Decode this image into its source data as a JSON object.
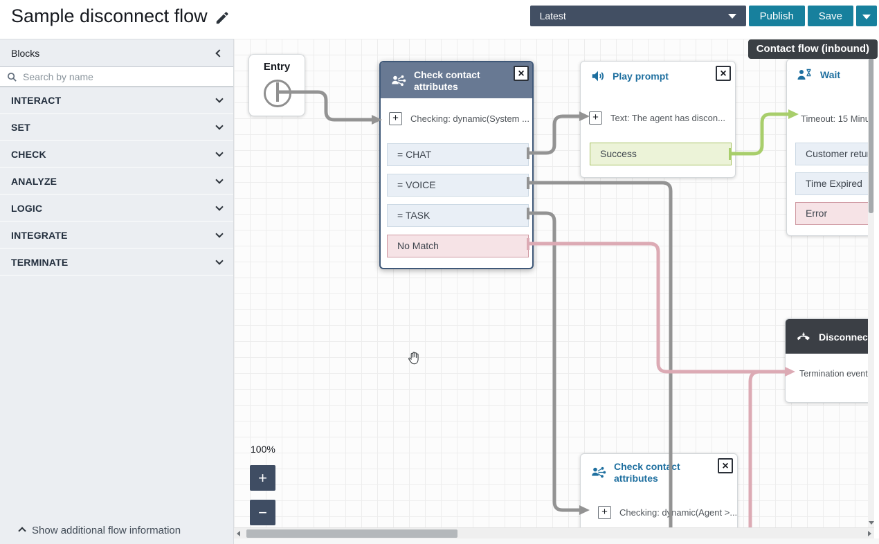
{
  "header": {
    "title": "Sample disconnect flow",
    "version": "Latest",
    "publish": "Publish",
    "save": "Save"
  },
  "sidebar": {
    "title": "Blocks",
    "search_placeholder": "Search by name",
    "categories": [
      "INTERACT",
      "SET",
      "CHECK",
      "ANALYZE",
      "LOGIC",
      "INTEGRATE",
      "TERMINATE"
    ],
    "footer": "Show additional flow information"
  },
  "canvas": {
    "badge": "Contact flow (inbound)",
    "zoom_level": "100%",
    "zoom_in": "+",
    "zoom_out": "−",
    "blocks": {
      "entry": {
        "title": "Entry"
      },
      "check_attributes_1": {
        "title": "Check contact attributes",
        "parameter": "Checking: dynamic(System ...",
        "outputs": [
          "= CHAT",
          "= VOICE",
          "= TASK"
        ],
        "error_output": "No Match"
      },
      "play_prompt": {
        "title": "Play prompt",
        "parameter": "Text: The agent has discon...",
        "success_output": "Success"
      },
      "wait": {
        "title": "Wait",
        "parameter": "Timeout: 15 Minu",
        "outputs": [
          "Customer retur",
          "Time Expired"
        ],
        "error_output": "Error"
      },
      "disconnect": {
        "title": "Disconnect",
        "parameter": "Termination event"
      },
      "check_attributes_2": {
        "title": "Check contact attributes",
        "parameter": "Checking: dynamic(Agent >..."
      }
    }
  },
  "icons": {
    "close": "×"
  },
  "colors": {
    "accent_teal": "#17809d",
    "version_dropdown_bg": "#424f63",
    "selected_block_header": "#687993",
    "block_accent_blue": "#1e6f9f",
    "dark_block_header": "#3b3f45",
    "success_bg": "#ecf3d8",
    "error_bg": "#f6e3e6",
    "connector_gray": "#939393",
    "connector_pink": "#dcaab4",
    "connector_green": "#a8ce6b"
  }
}
